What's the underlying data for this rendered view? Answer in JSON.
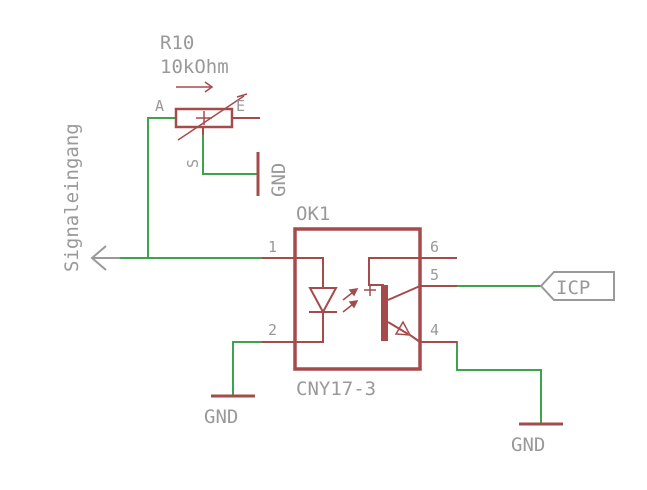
{
  "colors": {
    "part": "#a54b4b",
    "wire": "#3fa34d",
    "label": "#999999",
    "background": "#ffffff"
  },
  "resistor": {
    "name": "R10",
    "value": "10kOhm",
    "pin_a": "A",
    "pin_e": "E",
    "pin_s": "S"
  },
  "optocoupler": {
    "name": "OK1",
    "value": "CNY17-3",
    "pins": {
      "p1": "1",
      "p2": "2",
      "p4": "4",
      "p5": "5",
      "p6": "6"
    }
  },
  "signals": {
    "input": "Signaleingang",
    "icp": "ICP",
    "gnd_r": "GND",
    "gnd_left": "GND",
    "gnd_right": "GND"
  }
}
